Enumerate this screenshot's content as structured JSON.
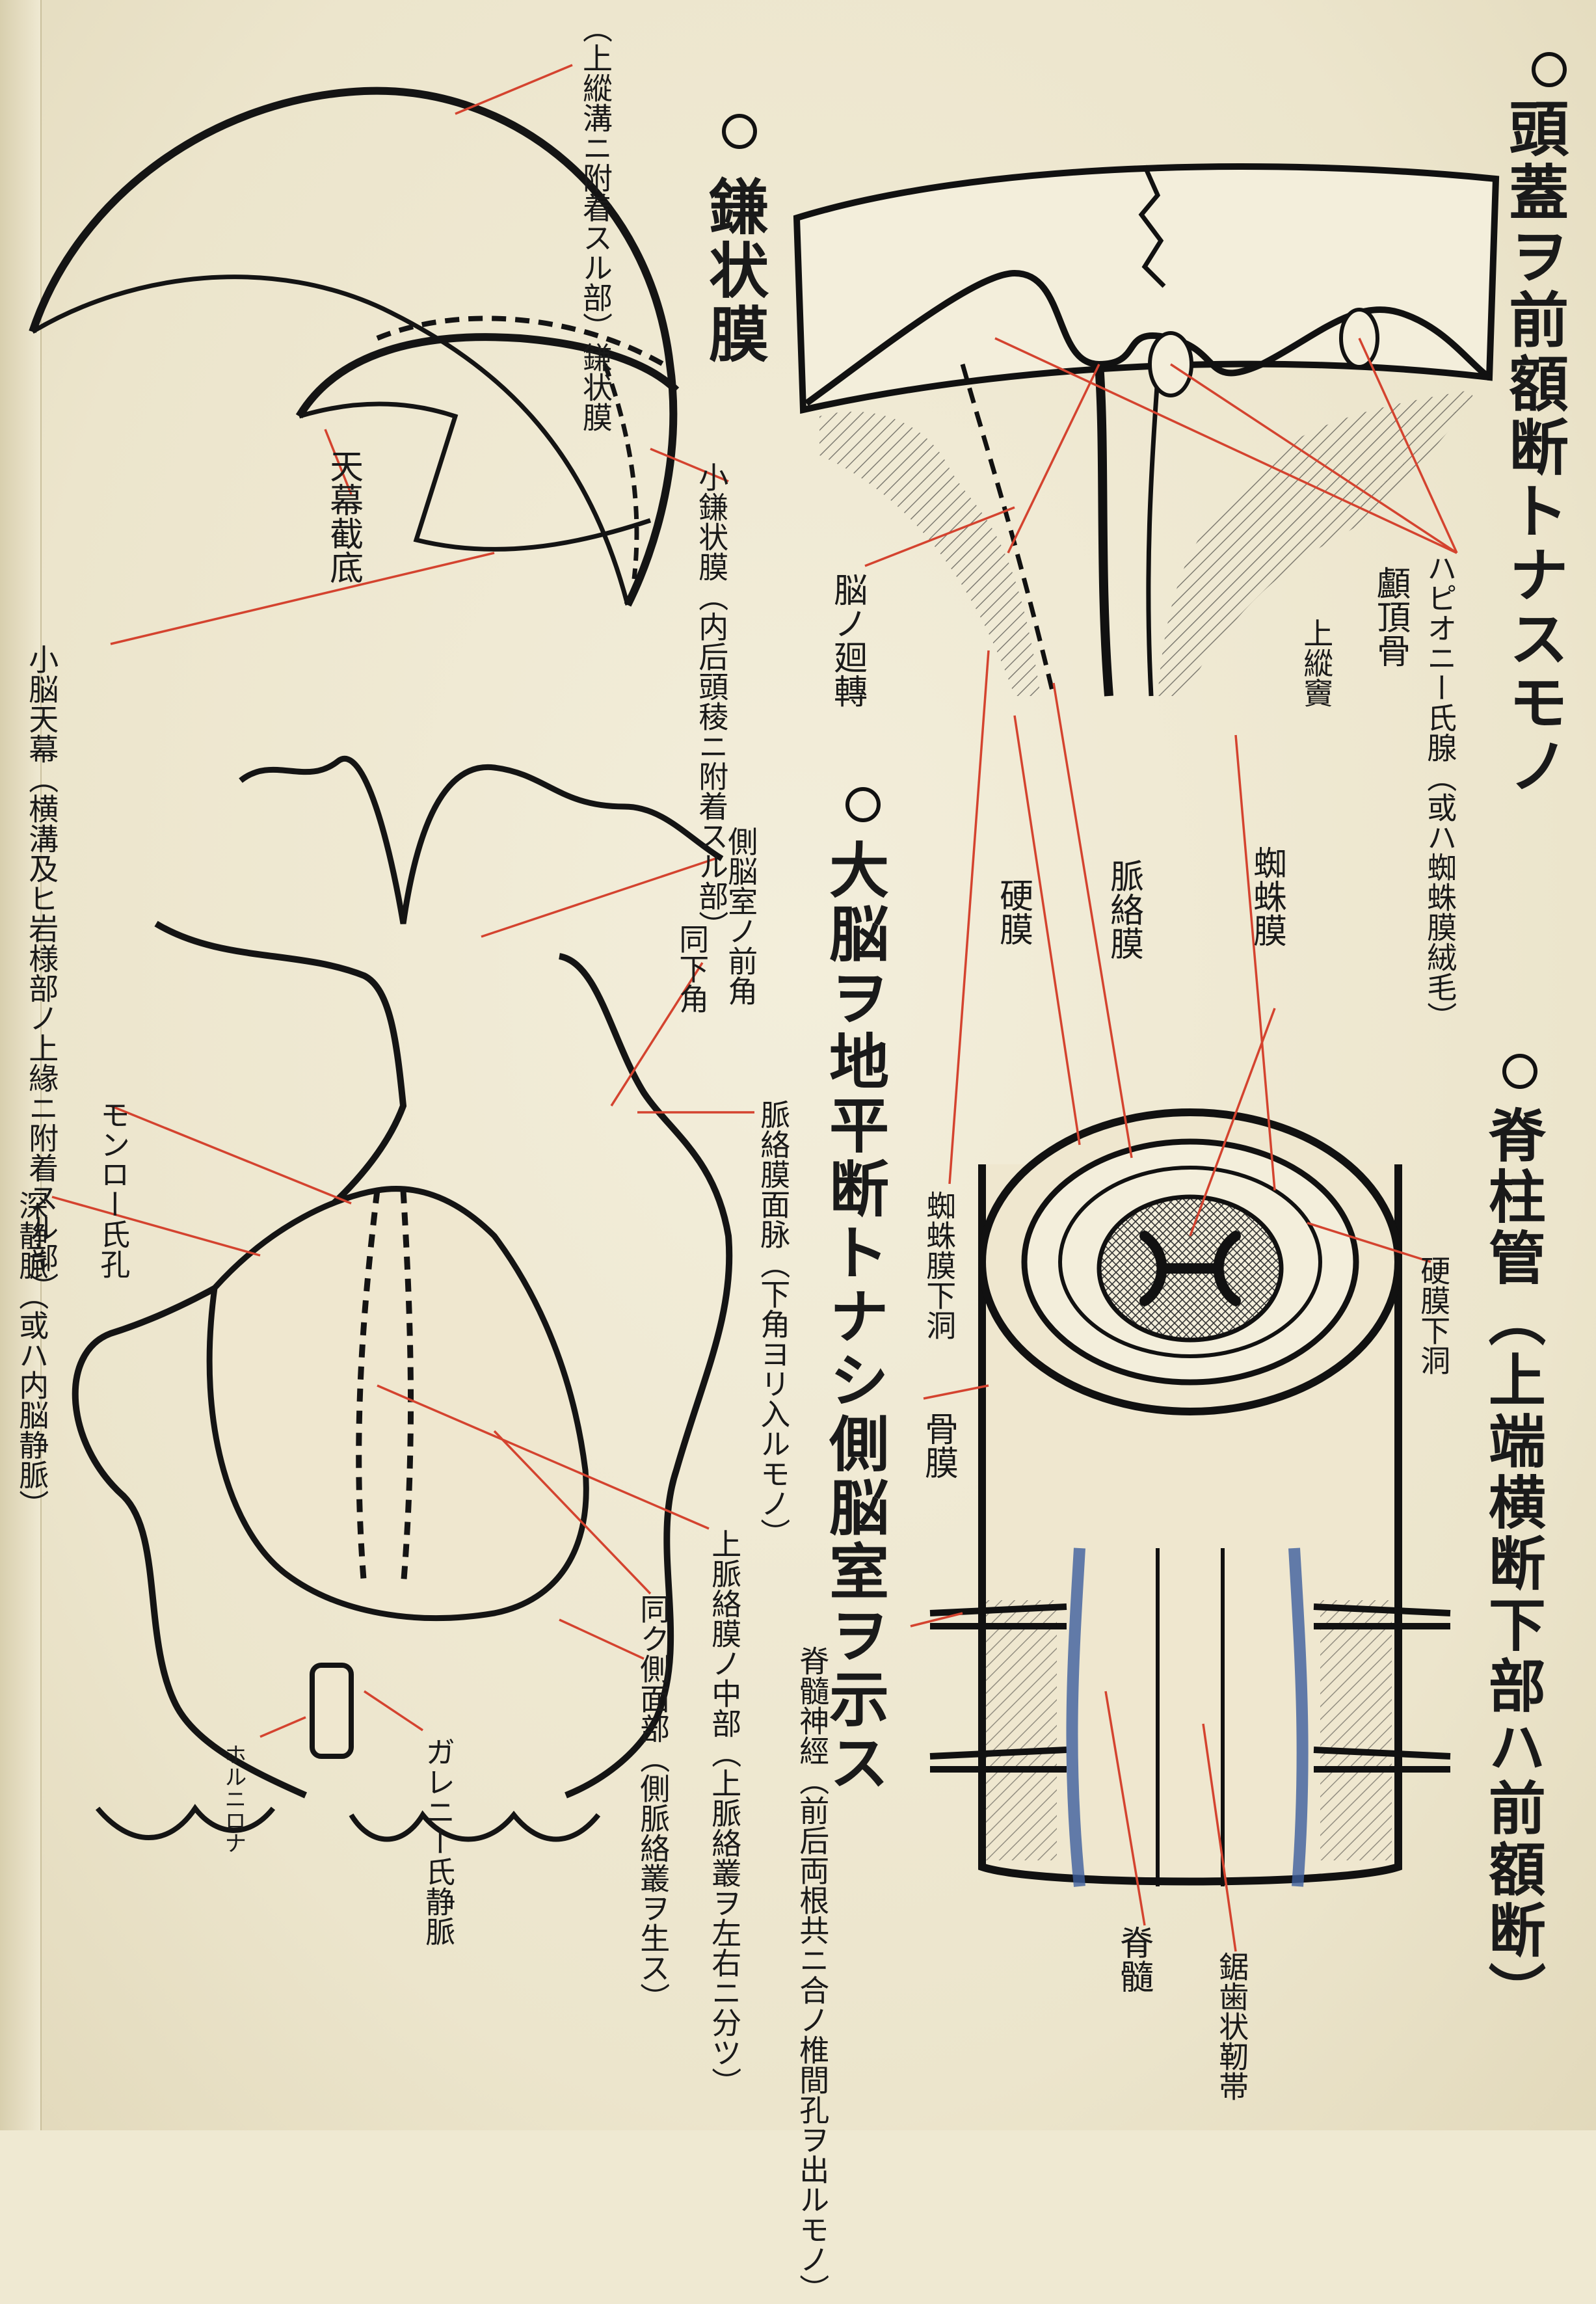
{
  "diagrams": {
    "skull_section": {
      "title": "頭蓋ヲ前額断トナスモノ",
      "labels": {
        "pacchionian": "ハピオニー氏腺（或ハ蜘蛛膜絨毛）",
        "parietal_bone": "顱頂骨",
        "superior_sinus": "上縱竇",
        "gyri": "脳ノ廻轉"
      }
    },
    "falx": {
      "title": "鎌状膜",
      "labels": {
        "falx_attachment": "（上縱溝ニ附着スル部）鎌状膜",
        "tentorium_base": "天幕截底",
        "falx_cerebelli": "小鎌状膜（内后頭稜ニ附着スル部）",
        "tentorium_cerebelli": "小脳天幕（横溝及ヒ岩様部ノ上緣ニ附着スル部）"
      }
    },
    "brain_horizontal": {
      "title": "大脳ヲ地平断トナシ側脳室ヲ示ス",
      "labels": {
        "anterior_horn": "側脳室ノ前角",
        "inferior_horn": "同下角",
        "choroid_plexus": "脈絡膜面脉（下角ヨリ入ルモノ）",
        "monro": "モンロー氏孔",
        "deep_vein": "深静脈（或ハ内脳静脈）",
        "velum_middle": "上脈絡膜ノ中部（上脈絡叢ヲ左右ニ分ツ）",
        "lateral_part": "同ク側面部（側脈絡叢ヲ生ス）",
        "vena_magna": "ホルニロナ",
        "galen": "ガレニー氏静脈"
      }
    },
    "spinal_canal": {
      "title": "脊柱管（上端横断下部ハ前額断）",
      "labels": {
        "dura": "硬膜",
        "pia": "脈絡膜",
        "arachnoid": "蜘蛛膜",
        "subarachnoid": "蜘蛛膜下洞",
        "subdural": "硬膜下洞",
        "periosteum": "骨膜",
        "spinal_nerve": "脊髓神經（前后両根共ニ合ノ椎間孔ヲ出ルモノ）",
        "spinal_cord": "脊髓",
        "denticulate": "鋸歯状靭帯"
      }
    }
  },
  "colors": {
    "paper": "#efe9d2",
    "ink": "#141414",
    "leader_red": "#d4432f",
    "vein_blue": "#3d5f9e"
  }
}
